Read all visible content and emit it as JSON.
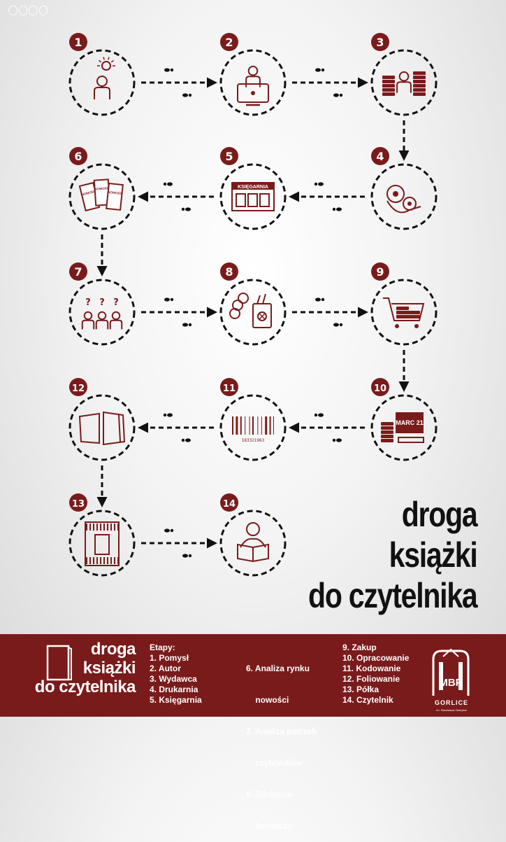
{
  "title_lines": [
    "droga",
    "książki",
    "do czytelnika"
  ],
  "steps": [
    {
      "n": "1",
      "icon": "idea-person-icon"
    },
    {
      "n": "2",
      "icon": "author-computer-icon"
    },
    {
      "n": "3",
      "icon": "publisher-books-icon"
    },
    {
      "n": "4",
      "icon": "printing-rolls-icon"
    },
    {
      "n": "5",
      "icon": "bookstore-icon",
      "sign": "KSIĘGARNIA"
    },
    {
      "n": "6",
      "icon": "new-books-icon",
      "tags": [
        "NOWOŚĆ",
        "NOWOŚĆ",
        "NOWOŚĆ"
      ]
    },
    {
      "n": "7",
      "icon": "readers-questions-icon"
    },
    {
      "n": "8",
      "icon": "money-box-icon"
    },
    {
      "n": "9",
      "icon": "shopping-cart-icon"
    },
    {
      "n": "10",
      "icon": "cataloguing-computer-icon",
      "screen": "MARC 21"
    },
    {
      "n": "11",
      "icon": "barcode-icon",
      "barcode_number": "183321963"
    },
    {
      "n": "12",
      "icon": "foil-book-icon"
    },
    {
      "n": "13",
      "icon": "shelf-icon"
    },
    {
      "n": "14",
      "icon": "reading-person-icon"
    }
  ],
  "footer": {
    "title_lines": [
      "droga",
      "książki",
      "do czytelnika"
    ],
    "col1": [
      "Etapy:",
      "1. Pomysł",
      "2. Autor",
      "3. Wydawca",
      "4. Drukarnia",
      "5. Księgarnia"
    ],
    "col2": [
      "6. Analiza rynku",
      "    nowości",
      "7. Analiza potrzeb",
      "    czytelników",
      "8. Zdobycie",
      "    funduszy"
    ],
    "col3": [
      "9. Zakup",
      "10. Opracowanie",
      "11. Kodowanie",
      "12. Foliowanie",
      "13. Półka",
      "14. Czytelnik"
    ],
    "logo_text": "MBP",
    "logo_city": "GORLICE",
    "logo_sub": "im. Stanisława Gabryela"
  },
  "colors": {
    "accent": "#7a1b1b",
    "dark": "#111111",
    "background": "#f3f3f3"
  }
}
